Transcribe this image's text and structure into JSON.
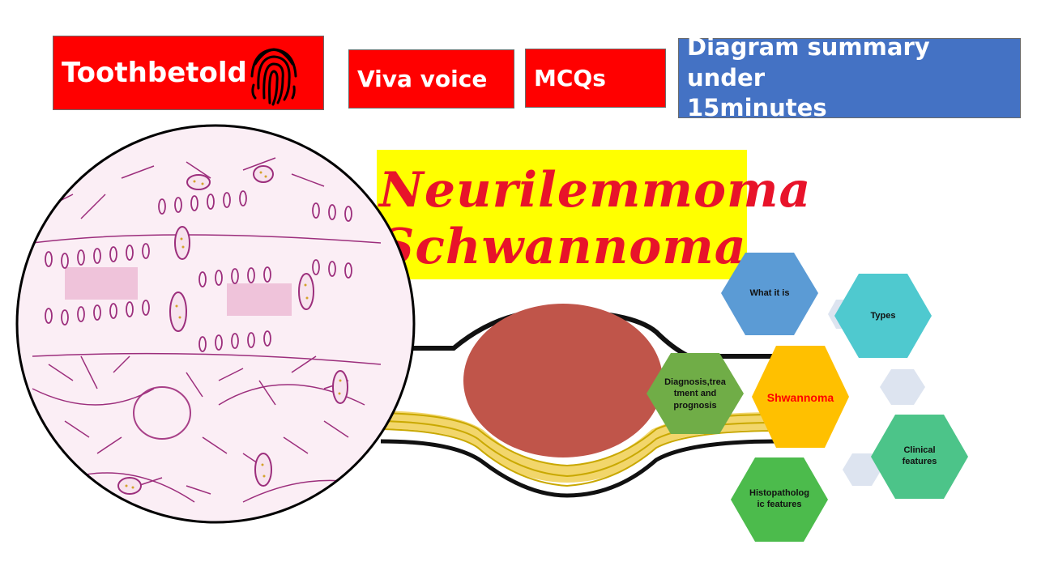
{
  "header": {
    "brand": "Toothbetold",
    "viva": "Viva voice",
    "mcq": "MCQs",
    "summary_line1": "Diagram summary under",
    "summary_line2": "15minutes"
  },
  "title": {
    "line1": "Neurilemmoma",
    "line2": "Schwannoma"
  },
  "hexagons": {
    "center": "Shwannoma",
    "what": "What it is",
    "types": "Types",
    "diagnosis_l1": "Diagnosis,trea",
    "diagnosis_l2": "tment and",
    "diagnosis_l3": "prognosis",
    "clinical_l1": "Clinical",
    "clinical_l2": "features",
    "histo_l1": "Histopatholog",
    "histo_l2": "ic features"
  },
  "colors": {
    "red": "#ff0000",
    "blue": "#4472c4",
    "yellow": "#ffff00",
    "hex_center": "#ffc000",
    "hex_what": "#5b9bd5",
    "hex_types": "#4fc9cf",
    "hex_diagnosis": "#70ad47",
    "hex_clinical": "#4cc489",
    "hex_histo": "#4cbb4c",
    "tumor": "#c0554a"
  }
}
